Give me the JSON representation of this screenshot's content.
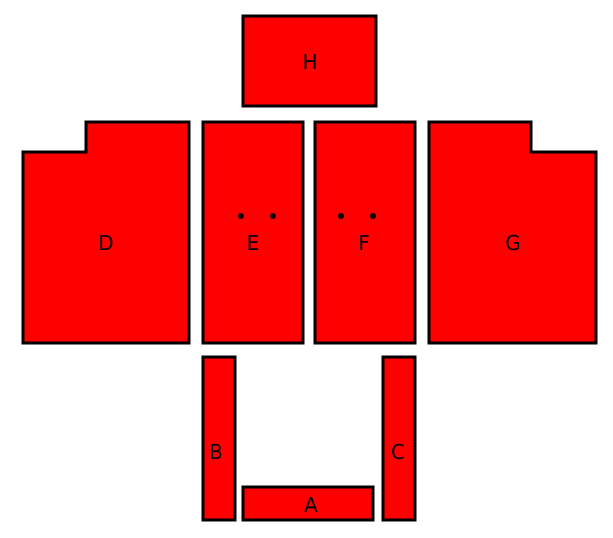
{
  "colors": {
    "background": "#ffffff",
    "part_fill": "#ff0000",
    "part_stroke": "#000000",
    "label_text": "#000000"
  },
  "parts": {
    "a": {
      "label": "A"
    },
    "b": {
      "label": "B"
    },
    "c": {
      "label": "C"
    },
    "d": {
      "label": "D"
    },
    "e": {
      "label": "E"
    },
    "f": {
      "label": "F"
    },
    "g": {
      "label": "G"
    },
    "h": {
      "label": "H"
    }
  }
}
